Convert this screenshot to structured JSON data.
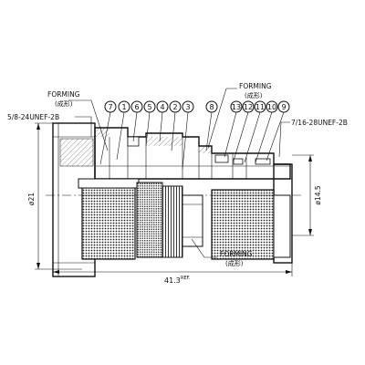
{
  "labels": {
    "forming_left": "FORMING",
    "forming_left_jp": "(成形)",
    "thread_left": "5/8-24UNEF-2B",
    "forming_top": "FORMING",
    "forming_top_jp": "(成形)",
    "thread_right": "7/16-28UNEF-2B",
    "forming_bottom": "FORMING",
    "forming_bottom_jp": "(成形)",
    "dim_left": "ø21",
    "dim_right": "ø14.5",
    "dim_bottom": "41.3",
    "dim_bottom_ref": "REF."
  },
  "part_numbers": [
    "7",
    "1",
    "6",
    "5",
    "4",
    "2",
    "3",
    "8",
    "13",
    "12",
    "11",
    "10",
    "9"
  ]
}
